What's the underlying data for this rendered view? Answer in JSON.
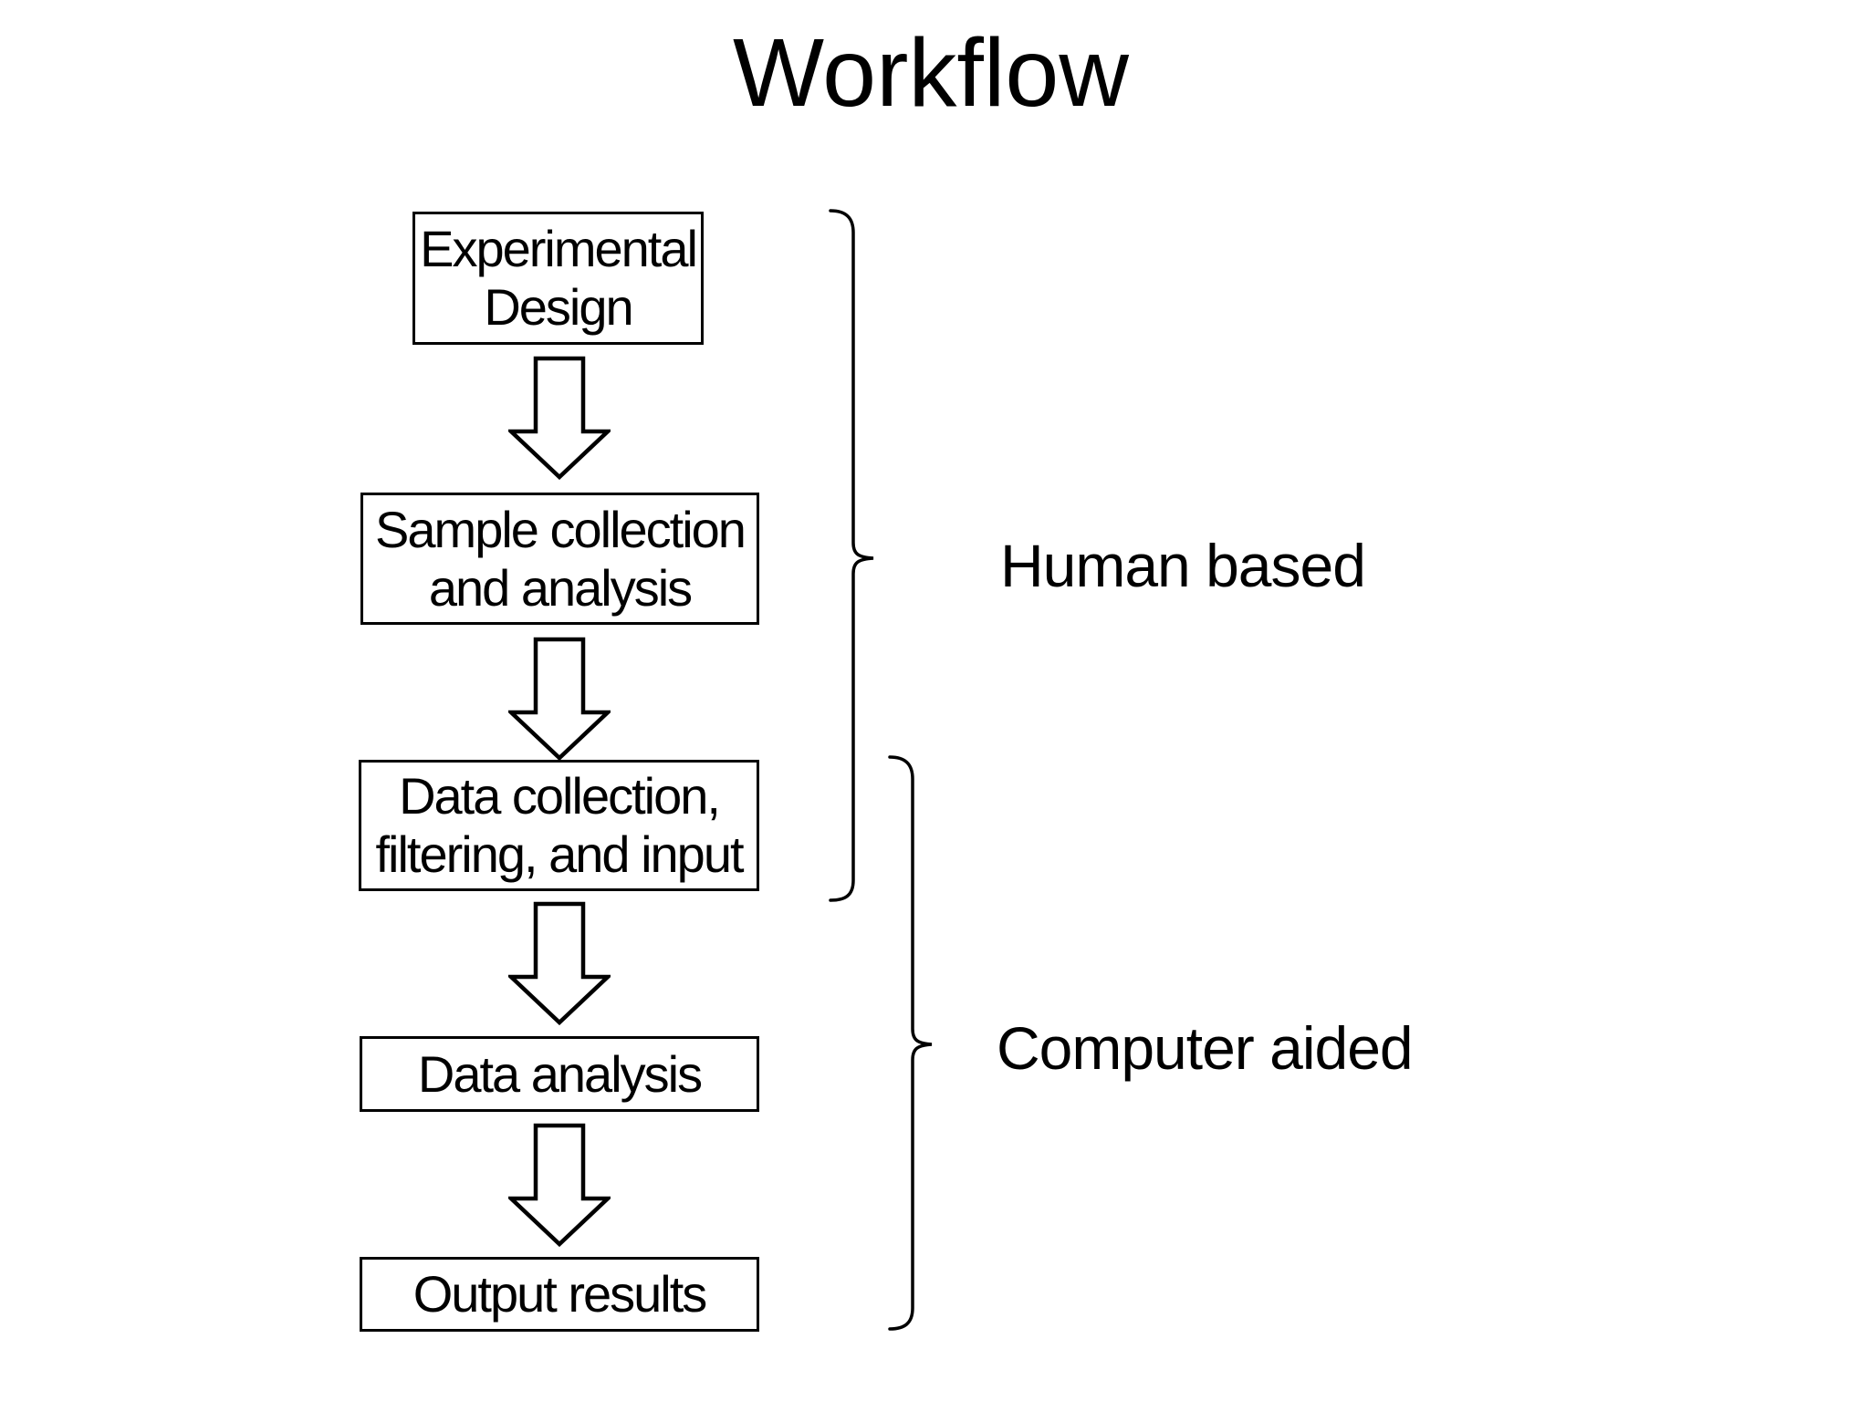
{
  "title": "Workflow",
  "flow": {
    "boxes": [
      {
        "name": "experimental-design",
        "lines": [
          "Experimental",
          "Design"
        ]
      },
      {
        "name": "sample-collection",
        "lines": [
          "Sample collection",
          "and analysis"
        ]
      },
      {
        "name": "data-collection",
        "lines": [
          "Data collection,",
          "filtering, and input"
        ]
      },
      {
        "name": "data-analysis",
        "lines": [
          "Data analysis"
        ]
      },
      {
        "name": "output-results",
        "lines": [
          "Output results"
        ]
      }
    ],
    "connector": "down-arrow"
  },
  "groups": [
    {
      "name": "human-based",
      "label": "Human based",
      "spans": "boxes 1-3"
    },
    {
      "name": "computer-aided",
      "label": "Computer aided",
      "spans": "boxes 3-5"
    }
  ],
  "colors": {
    "background": "#ffffff",
    "line": "#000000",
    "text": "#000000",
    "box_fill": "#ffffff"
  }
}
